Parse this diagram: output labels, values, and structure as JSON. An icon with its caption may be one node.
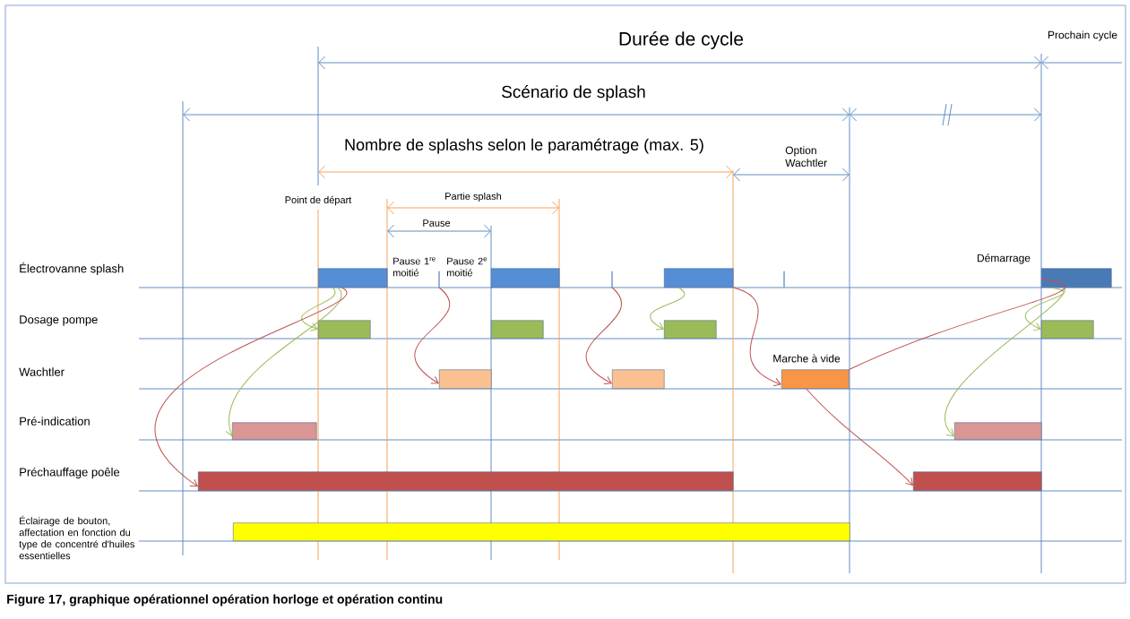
{
  "diagram": {
    "caption": "Figure 17, graphique opérationnel opération horloge et opération continu",
    "nodes": [
      {
        "text": [],
        "shape": "bar"
      },
      {
        "text": [],
        "shape": "tick"
      },
      {
        "text": [],
        "shape": "bar"
      },
      {
        "text": [],
        "shape": "tick"
      },
      {
        "text": [],
        "shape": "bar"
      },
      {
        "text": [],
        "shape": "tick"
      },
      {
        "text": [],
        "shape": "bar",
        "beside": [
          "Démarrage"
        ]
      },
      {
        "text": [],
        "shape": "bar"
      },
      {
        "text": [],
        "shape": "bar"
      },
      {
        "text": [],
        "shape": "bar"
      },
      {
        "text": [],
        "shape": "bar"
      },
      {
        "text": [],
        "shape": "bar"
      },
      {
        "text": [],
        "shape": "bar"
      },
      {
        "text": [],
        "shape": "bar",
        "beside": [
          "Marche à vide"
        ]
      },
      {
        "text": [],
        "shape": "bar"
      },
      {
        "text": [],
        "shape": "bar"
      },
      {
        "text": [],
        "shape": "bar"
      },
      {
        "text": [],
        "shape": "bar"
      },
      {
        "text": [],
        "shape": "bar"
      }
    ],
    "edges": [
      {
        "from": 0,
        "to": 7,
        "arrow": "to",
        "color": "#9bbb59"
      },
      {
        "from": 0,
        "to": 14,
        "arrow": "to",
        "color": "#9bbb59"
      },
      {
        "from": 0,
        "to": 16,
        "arrow": "to"
      },
      {
        "from": 1,
        "to": 11,
        "arrow": "to"
      },
      {
        "from": 3,
        "to": 12,
        "arrow": "to"
      },
      {
        "from": 4,
        "to": 9,
        "arrow": "to",
        "color": "#9bbb59"
      },
      {
        "from": 4,
        "to": 13,
        "arrow": "to"
      },
      {
        "from": 13,
        "to": 17,
        "arrow": "to"
      },
      {
        "from": 6,
        "to": 10,
        "arrow": "to",
        "color": "#9bbb59"
      },
      {
        "from": 6,
        "to": 15,
        "arrow": "to",
        "color": "#9bbb59"
      },
      {
        "from": 6,
        "to": 13,
        "arrow": "none"
      }
    ],
    "labels": [
      "Durée de cycle",
      "Prochain cycle",
      "Scénario de splash",
      "Nombre de splashs selon le paramétrage (max. 5)",
      "Option Wachtler",
      "Point de départ",
      "Partie splash",
      "Pause",
      "Pause 1$^{re}$ moitié",
      "Pause 2$^{e}$ moitié",
      "Électrovanne splash",
      "Dosage pompe",
      "Wachtler",
      "Pré-indication",
      "Préchauffage poêle",
      "Éclairage de bouton, affectation en fonction du type de concentré d'huiles essentielles"
    ]
  }
}
